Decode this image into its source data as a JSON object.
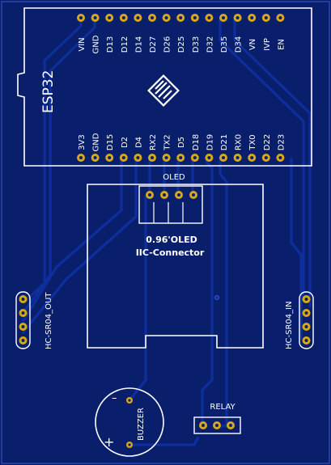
{
  "colors": {
    "board": "#0a1f6b",
    "copper": "#0d2e9c",
    "silkscreen": "#ffffff",
    "pad": "#d8a818"
  },
  "esp32": {
    "label": "ESP32",
    "top_pins": [
      "VIN",
      "GND",
      "D13",
      "D12",
      "D14",
      "D27",
      "D26",
      "D25",
      "D33",
      "D32",
      "D35",
      "D34",
      "VN",
      "IVP",
      "EN"
    ],
    "bottom_pins": [
      "3V3",
      "GND",
      "D15",
      "D2",
      "D4",
      "RX2",
      "TX2",
      "D5",
      "D18",
      "D19",
      "D21",
      "RX0",
      "TX0",
      "D22",
      "D23"
    ]
  },
  "oled": {
    "header_label": "OLED",
    "line1": "0.96'OLED",
    "line2": "IIC-Connector",
    "pin_count": 4
  },
  "hc_sr04_out": {
    "label": "HC-SR04_OUT",
    "pin_count": 4
  },
  "hc_sr04_in": {
    "label": "HC-SR04_IN",
    "pin_count": 4
  },
  "buzzer": {
    "label": "BUZZER",
    "minus": "–",
    "plus": "+"
  },
  "relay": {
    "label": "RELAY",
    "pin_count": 3
  }
}
